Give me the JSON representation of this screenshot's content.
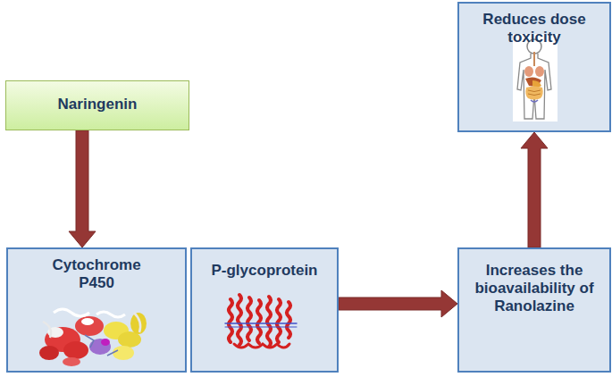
{
  "diagram": {
    "nodes": [
      {
        "text": [
          "Naringenin"
        ]
      },
      {
        "text": [
          "Cytochrome P450"
        ]
      },
      {
        "text": [
          "P-glycoprotein"
        ]
      },
      {
        "text": [
          "Increases the bioavailability of Ranolazine"
        ]
      },
      {
        "text": [
          "Reduces dose toxicity"
        ]
      }
    ],
    "edges": [
      {
        "from": 0,
        "to": 1,
        "arrow": "to"
      },
      {
        "from": 2,
        "to": 3,
        "arrow": "to"
      },
      {
        "from": 3,
        "to": 4,
        "arrow": "to"
      }
    ]
  }
}
